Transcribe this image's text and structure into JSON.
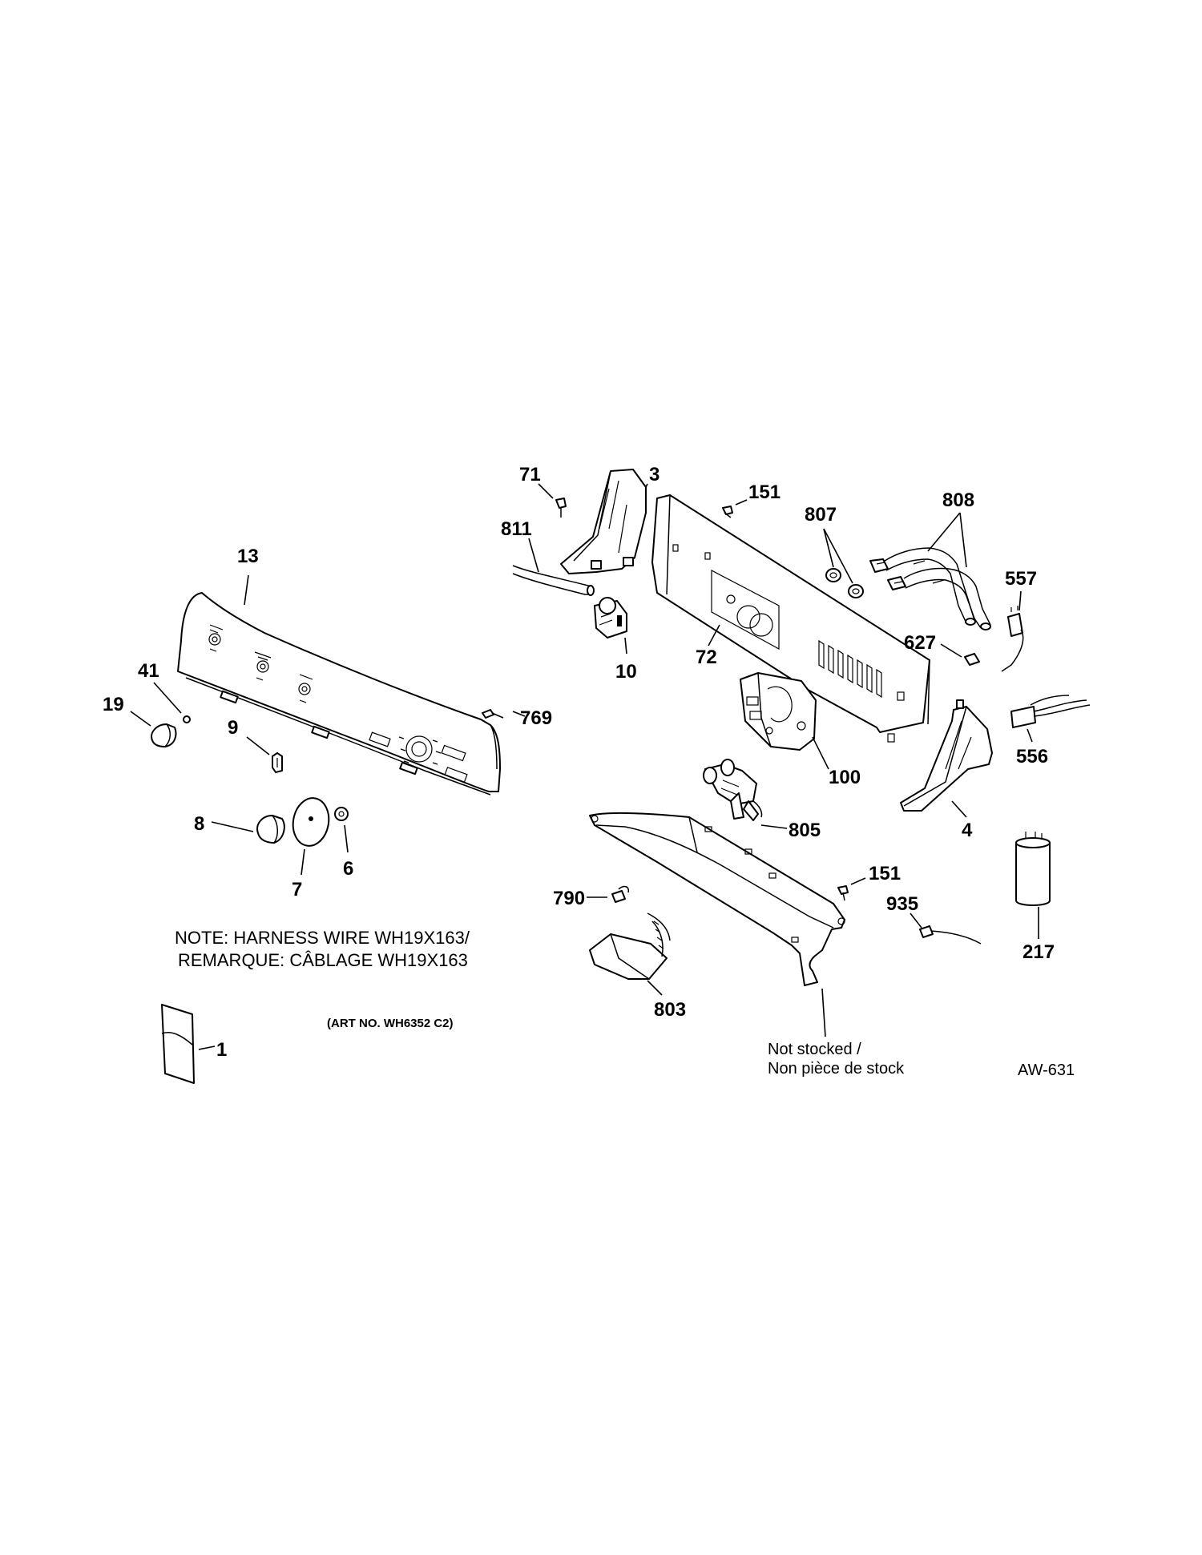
{
  "callouts": {
    "c71": "71",
    "c3": "3",
    "c151a": "151",
    "c807": "807",
    "c808": "808",
    "c811": "811",
    "c557": "557",
    "c13": "13",
    "c627": "627",
    "c72": "72",
    "c10": "10",
    "c41": "41",
    "c19": "19",
    "c769": "769",
    "c556": "556",
    "c100": "100",
    "c9": "9",
    "c805": "805",
    "c4": "4",
    "c8": "8",
    "c6": "6",
    "c7": "7",
    "c151b": "151",
    "c790": "790",
    "c935": "935",
    "c217": "217",
    "c803": "803",
    "c1": "1"
  },
  "notes": {
    "harness_line1": "NOTE: HARNESS WIRE WH19X163/",
    "harness_line2": "REMARQUE: CÂBLAGE WH19X163",
    "art_no": "(ART NO. WH6352 C2)",
    "not_stocked_line1": "Not stocked /",
    "not_stocked_line2": "Non pièce de stock",
    "drawing_id": "AW-631"
  },
  "colors": {
    "line": "#000000",
    "background": "#ffffff"
  }
}
